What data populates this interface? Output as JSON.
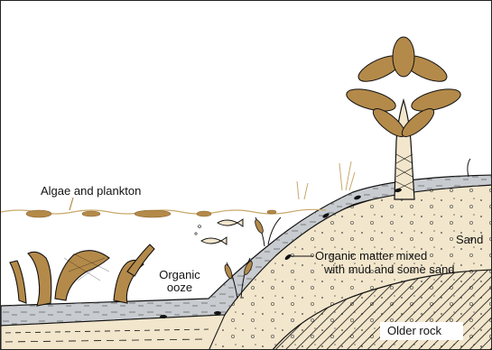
{
  "labels": {
    "algae": "Algae and plankton",
    "sand": "Sand",
    "organic_ooze_line1": "Organic",
    "organic_ooze_line2": "ooze",
    "organic_matter_line1": "Organic matter mixed",
    "organic_matter_line2": "with mud and some sand",
    "older_rock": "Older rock"
  },
  "colors": {
    "sand_fill": "#f2e6cc",
    "mud_fill": "#c8ccd0",
    "vegetation": "#b48a4a",
    "outline": "#111111",
    "water_line": "#c8a86a"
  }
}
